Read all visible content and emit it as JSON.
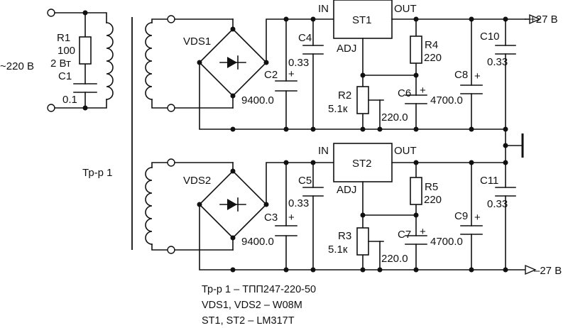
{
  "input_voltage": "~220 В",
  "transformer": {
    "label": "Тр-р 1"
  },
  "r1": {
    "name": "R1",
    "value": "100",
    "power": "2 Вт"
  },
  "c1": {
    "name": "C1",
    "value": "0.1"
  },
  "bridge1": {
    "name": "VDS1"
  },
  "bridge2": {
    "name": "VDS2"
  },
  "c2": {
    "name": "C2",
    "plus": "+",
    "value": "9400.0"
  },
  "c3": {
    "name": "C3",
    "plus": "+",
    "value": "9400.0"
  },
  "c4": {
    "name": "C4",
    "value": "0.33"
  },
  "c5": {
    "name": "C5",
    "value": "0.33"
  },
  "st1": {
    "name": "ST1",
    "in": "IN",
    "out": "OUT",
    "adj": "ADJ"
  },
  "st2": {
    "name": "ST2",
    "in": "IN",
    "out": "OUT",
    "adj": "ADJ"
  },
  "r2": {
    "name": "R2",
    "value": "5.1к"
  },
  "r3": {
    "name": "R3",
    "value": "5.1к"
  },
  "r4": {
    "name": "R4",
    "value": "220"
  },
  "r5": {
    "name": "R5",
    "value": "220"
  },
  "c6": {
    "name": "C6",
    "plus": "+",
    "value": "4700.0"
  },
  "c7": {
    "name": "C7",
    "plus": "+",
    "value": "4700.0"
  },
  "c6_bottom": {
    "value": "220.0"
  },
  "c7_bottom": {
    "value": "220.0"
  },
  "c8": {
    "name": "C8",
    "plus": "+"
  },
  "c9": {
    "name": "C9",
    "plus": "+"
  },
  "c10": {
    "name": "C10",
    "value": "0.33"
  },
  "c11": {
    "name": "C11",
    "value": "0.33"
  },
  "outputs": {
    "positive": "+27 В",
    "negative": "–27 В"
  },
  "notes": [
    "Тр-р 1 – ТПП247-220-50",
    "VDS1, VDS2 – W08M",
    "ST1, ST2 – LM317T"
  ]
}
